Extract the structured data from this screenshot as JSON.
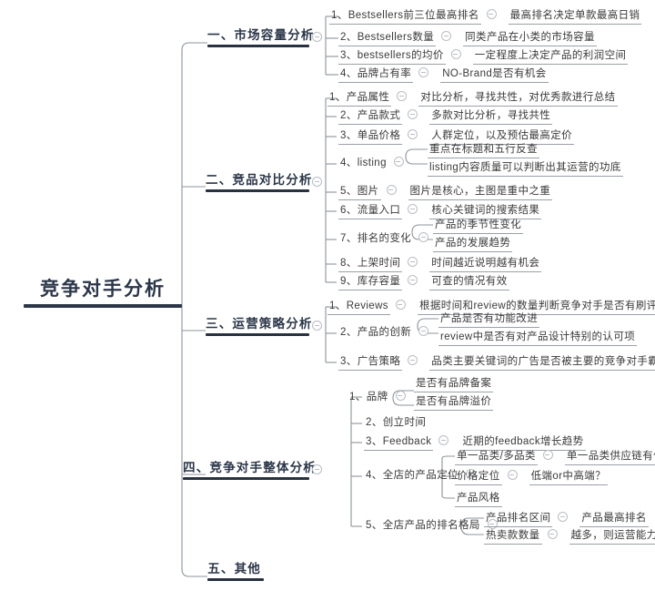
{
  "title": "竞争对手分析",
  "icons": {
    "toggle": "collapse-minus-icon"
  },
  "colors": {
    "root_text": "#2b3648",
    "rule": "#28313f",
    "topic_text": "#3a3a3a",
    "underline": "#9aa0a8",
    "connector": "#8d949c"
  },
  "root": {
    "label": "竞争对手分析"
  },
  "sections": [
    {
      "id": "s1",
      "label": "一、市场容量分析",
      "topics": [
        {
          "text": "1、Bestsellers前三位最高排名",
          "detail": "最高排名决定单款最高日销"
        },
        {
          "text": "2、Bestsellers数量",
          "detail": "同类产品在小类的市场容量"
        },
        {
          "text": "3、bestsellers的均价",
          "detail": "一定程度上决定产品的利润空间"
        },
        {
          "text": "4、品牌占有率",
          "detail": "NO-Brand是否有机会"
        }
      ]
    },
    {
      "id": "s2",
      "label": "二、竞品对比分析",
      "topics": [
        {
          "text": "1、产品属性",
          "detail": "对比分析，寻找共性，对优秀款进行总结"
        },
        {
          "text": "2、产品款式",
          "detail": "多款对比分析，寻找共性"
        },
        {
          "text": "3、单品价格",
          "detail": "人群定位，以及预估最高定价"
        },
        {
          "text": "4、listing",
          "children": [
            "重点在标题和五行反查",
            "listing内容质量可以判断出其运营的功底"
          ]
        },
        {
          "text": "5、图片",
          "detail": "图片是核心，主图是重中之重"
        },
        {
          "text": "6、流量入口",
          "detail": "核心关键词的搜索结果"
        },
        {
          "text": "7、排名的变化",
          "children": [
            "产品的季节性变化",
            "产品的发展趋势"
          ]
        },
        {
          "text": "8、上架时间",
          "detail": "时间越近说明越有机会"
        },
        {
          "text": "9、库存容量",
          "detail": "可查的情况有效"
        }
      ]
    },
    {
      "id": "s3",
      "label": "三、运营策略分析",
      "topics": [
        {
          "text": "1、Reviews",
          "detail": "根据时间和review的数量判断竞争对手是否有刷评的手段推款"
        },
        {
          "text": "2、产品的创新",
          "children": [
            "产品是否有功能改进",
            "review中是否有对产品设计特别的认可项"
          ]
        },
        {
          "text": "3、广告策略",
          "detail": "品类主要关键词的广告是否被主要的竞争对手霸屏"
        }
      ]
    },
    {
      "id": "s4",
      "label": "四、竞争对手整体分析",
      "topics": [
        {
          "text": "1、品牌",
          "children": [
            "是否有品牌备案",
            "是否有品牌溢价"
          ]
        },
        {
          "text": "2、创立时间",
          "detail": ""
        },
        {
          "text": "3、Feedback",
          "detail": "近期的feedback增长趋势"
        },
        {
          "text": "4、全店的产品定位",
          "children": [
            "单一品类/多品类",
            "价格定位",
            "产品风格"
          ],
          "grandchildren": [
            "单一品类供应链有优势",
            "低端or中高端？",
            ""
          ]
        },
        {
          "text": "5、全店产品的排名格局",
          "children": [
            "产品排名区间",
            "热卖款数量"
          ],
          "grandchildren": [
            "产品最高排名",
            "越多，则运营能力越强"
          ]
        }
      ]
    },
    {
      "id": "s5",
      "label": "五、其他",
      "topics": []
    }
  ]
}
